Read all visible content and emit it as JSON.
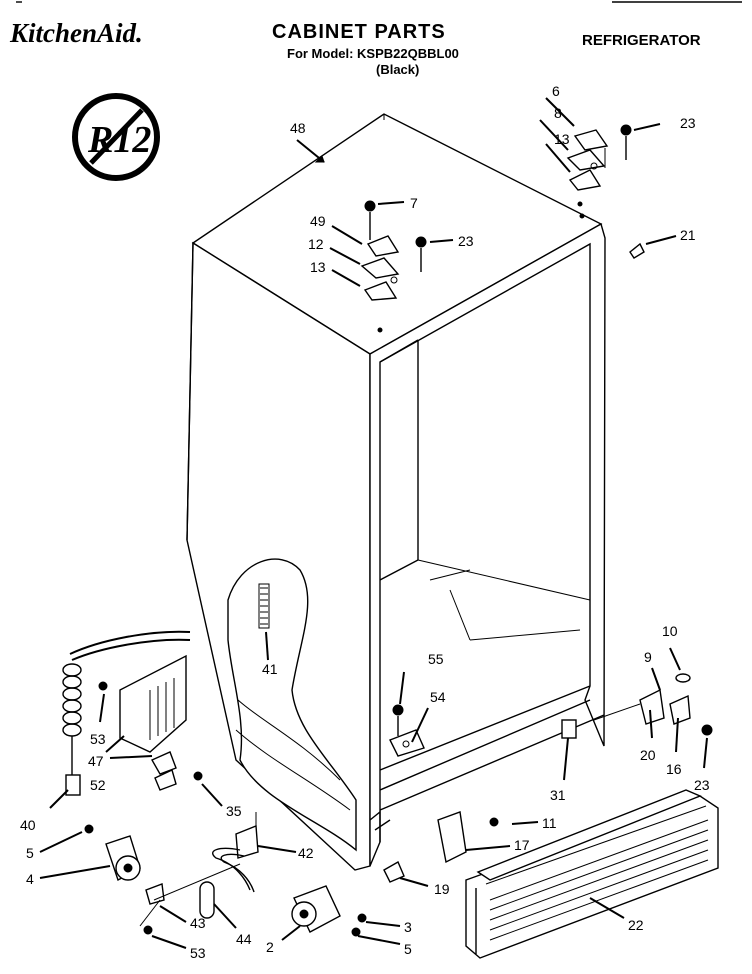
{
  "header": {
    "brand": "KitchenAid.",
    "title": "CABINET PARTS",
    "model_line": "For Model: KSPB22QBBL00",
    "color_line": "(Black)",
    "category": "REFRIGERATOR"
  },
  "badge": {
    "text": "R12",
    "icon": "no-r12-prohibition-icon"
  },
  "callouts": [
    {
      "id": "c48",
      "label": "48"
    },
    {
      "id": "c6",
      "label": "6"
    },
    {
      "id": "c8",
      "label": "8"
    },
    {
      "id": "c13a",
      "label": "13"
    },
    {
      "id": "c23a",
      "label": "23"
    },
    {
      "id": "c7",
      "label": "7"
    },
    {
      "id": "c49",
      "label": "49"
    },
    {
      "id": "c12",
      "label": "12"
    },
    {
      "id": "c23b",
      "label": "23"
    },
    {
      "id": "c13b",
      "label": "13"
    },
    {
      "id": "c21",
      "label": "21"
    },
    {
      "id": "c10",
      "label": "10"
    },
    {
      "id": "c9",
      "label": "9"
    },
    {
      "id": "c41",
      "label": "41"
    },
    {
      "id": "c55",
      "label": "55"
    },
    {
      "id": "c54",
      "label": "54"
    },
    {
      "id": "c53a",
      "label": "53"
    },
    {
      "id": "c47",
      "label": "47"
    },
    {
      "id": "c52",
      "label": "52"
    },
    {
      "id": "c40",
      "label": "40"
    },
    {
      "id": "c35",
      "label": "35"
    },
    {
      "id": "c5a",
      "label": "5"
    },
    {
      "id": "c4",
      "label": "4"
    },
    {
      "id": "c42",
      "label": "42"
    },
    {
      "id": "c31",
      "label": "31"
    },
    {
      "id": "c20",
      "label": "20"
    },
    {
      "id": "c16",
      "label": "16"
    },
    {
      "id": "c23c",
      "label": "23"
    },
    {
      "id": "c11",
      "label": "11"
    },
    {
      "id": "c17",
      "label": "17"
    },
    {
      "id": "c19",
      "label": "19"
    },
    {
      "id": "c22",
      "label": "22"
    },
    {
      "id": "c43",
      "label": "43"
    },
    {
      "id": "c44",
      "label": "44"
    },
    {
      "id": "c3",
      "label": "3"
    },
    {
      "id": "c2",
      "label": "2"
    },
    {
      "id": "c5b",
      "label": "5"
    },
    {
      "id": "c53b",
      "label": "53"
    }
  ]
}
